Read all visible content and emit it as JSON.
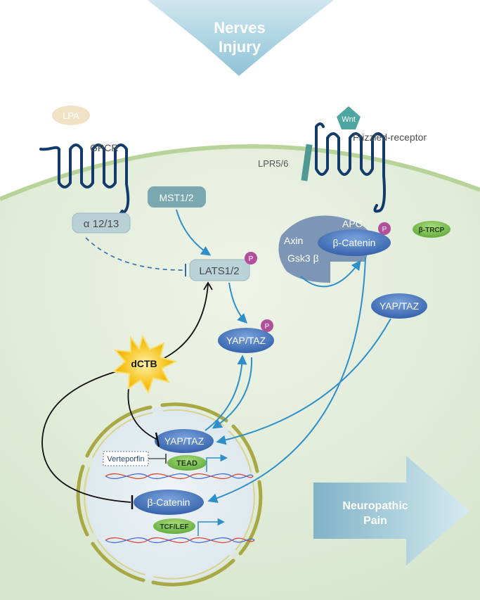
{
  "top_arrow": {
    "line1": "Nerves",
    "line2": "Injury"
  },
  "right_arrow": {
    "line1": "Neuropathic",
    "line2": "Pain"
  },
  "ligands": {
    "lpa": "LPA",
    "wnt": "Wnt"
  },
  "receptors": {
    "gpcr": "GPCR",
    "frizzled": "Frizzled-receptor",
    "lpr": "LPR5/6"
  },
  "cytoplasm": {
    "alpha": "α 12/13",
    "mst": "MST1/2",
    "lats": "LATS1/2",
    "yap_phospho": "YAP/TAZ",
    "yap_free": "YAP/TAZ",
    "apc": "APC",
    "axin": "Axin",
    "gsk": "Gsk3 β",
    "beta_catenin": "β-Catenin",
    "btrcp": "β-TRCP",
    "drug": "dCTB",
    "phospho": "P"
  },
  "nucleus": {
    "yap": "YAP/TAZ",
    "tead": "TEAD",
    "verteporfin": "Verteporfin",
    "beta_catenin": "β-Catenin",
    "tcf": "TCF/LEF"
  },
  "colors": {
    "cell_fill": "#dde9d4",
    "membrane": "#b7d39a",
    "receptor": "#123a6b",
    "arrow": "#2f8fc8",
    "nucleus_envelope": "#a8a845",
    "blue_node": "#3f6fb5",
    "green_node": "#7fbf4a",
    "phospho": "#b0509a",
    "burst": "#f5c518"
  }
}
